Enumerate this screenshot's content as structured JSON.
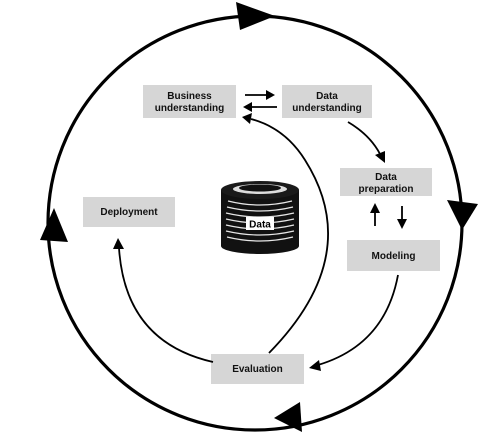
{
  "diagram": {
    "phases": {
      "business_understanding": [
        "Business",
        "understanding"
      ],
      "data_understanding": [
        "Data",
        "understanding"
      ],
      "data_preparation": [
        "Data",
        "preparation"
      ],
      "modeling": "Modeling",
      "evaluation": "Evaluation",
      "deployment": "Deployment"
    },
    "data_store_label": "Data",
    "colors": {
      "box_fill": "#d6d6d6",
      "line": "#000000",
      "text": "#111111"
    }
  }
}
